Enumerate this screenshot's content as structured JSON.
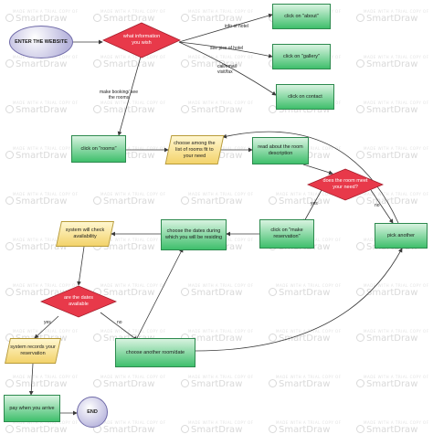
{
  "watermark": {
    "brand": "SmartDraw",
    "small": "MADE WITH A TRIAL COPY OF"
  },
  "nodes": {
    "start": "ENTER THE WEBSITE",
    "what_info": "what information you wish",
    "about": "click on \"about\"",
    "gallery": "click on \"gallery\"",
    "contact": "click on contact",
    "rooms": "click on \"rooms\"",
    "choose_rooms": "choose among the list of rooms fit to your need",
    "read_desc": "read about the room description",
    "room_meet": "does the room meet your need?",
    "make_res": "click on \"make reservation\"",
    "pick_another": "pick another",
    "choose_dates": "choose the dates during which you will be residing",
    "check_avail": "system will check availability",
    "dates_avail": "are the dates available",
    "records": "system records your reservation",
    "choose_another": "choose another room/date",
    "pay": "pay when you arrive",
    "end": "END"
  },
  "edge_labels": {
    "info_hotel": "info of hotel",
    "see_pics": "see pics of hotel",
    "call_email": "call/email visit/fax",
    "make_booking": "make booking/ see the rooms",
    "yes1": "yes",
    "no1": "no",
    "yes2": "yes",
    "no2": "no"
  },
  "colors": {
    "green_top": "#d8f3e0",
    "green_bottom": "#3fbf6c",
    "diamond_red": "#e8394a",
    "yellow": "#f3d36b",
    "oval": "#b7b4dc"
  }
}
